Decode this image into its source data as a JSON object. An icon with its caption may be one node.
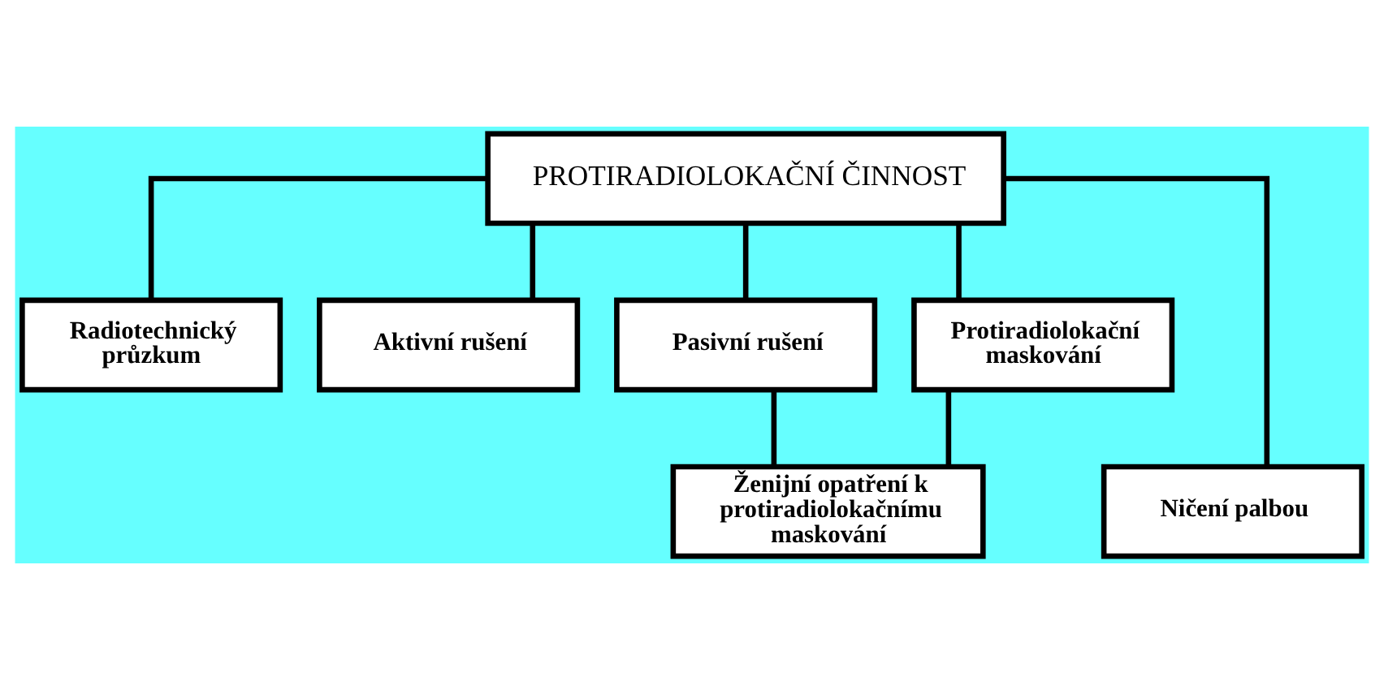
{
  "diagram": {
    "nodes": [
      {
        "text": [
          "PROTIRADIOLOKAČNÍ ČINNOST"
        ]
      },
      {
        "text": [
          "Radiotechnický průzkum"
        ]
      },
      {
        "text": [
          "Aktivní rušení"
        ]
      },
      {
        "text": [
          "Pasivní rušení"
        ]
      },
      {
        "text": [
          "Protiradiolokační maskování"
        ]
      },
      {
        "text": [
          "Ničení palbou"
        ]
      },
      {
        "text": [
          "Ženijní opatření k protiradiolokačnímu maskování"
        ]
      }
    ],
    "edges": [
      {
        "from": 0,
        "to": 1,
        "arrow": "none"
      },
      {
        "from": 0,
        "to": 5,
        "arrow": "none"
      },
      {
        "from": 0,
        "to": 2,
        "arrow": "none"
      },
      {
        "from": 0,
        "to": 3,
        "arrow": "none"
      },
      {
        "from": 0,
        "to": 4,
        "arrow": "none"
      },
      {
        "from": 3,
        "to": 6,
        "arrow": "none"
      },
      {
        "from": 4,
        "to": 6,
        "arrow": "none"
      }
    ]
  }
}
